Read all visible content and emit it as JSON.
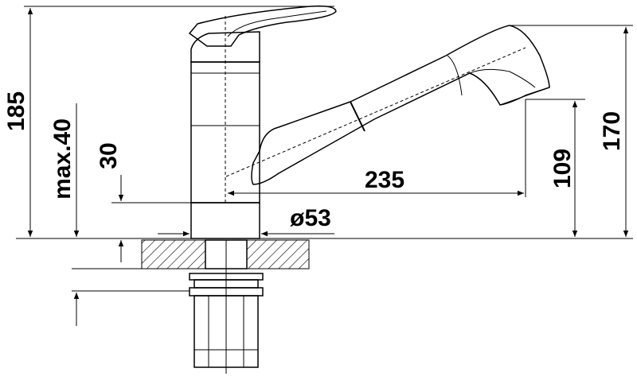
{
  "colors": {
    "line": "#000000",
    "hatch": "#000000",
    "background": "#ffffff"
  },
  "dimensions": {
    "total_height": "185",
    "max_counter_thickness": "max.40",
    "base_height": "30",
    "spout_reach": "235",
    "spray_height": "109",
    "spout_top_height": "170",
    "base_diameter": "ø53"
  }
}
